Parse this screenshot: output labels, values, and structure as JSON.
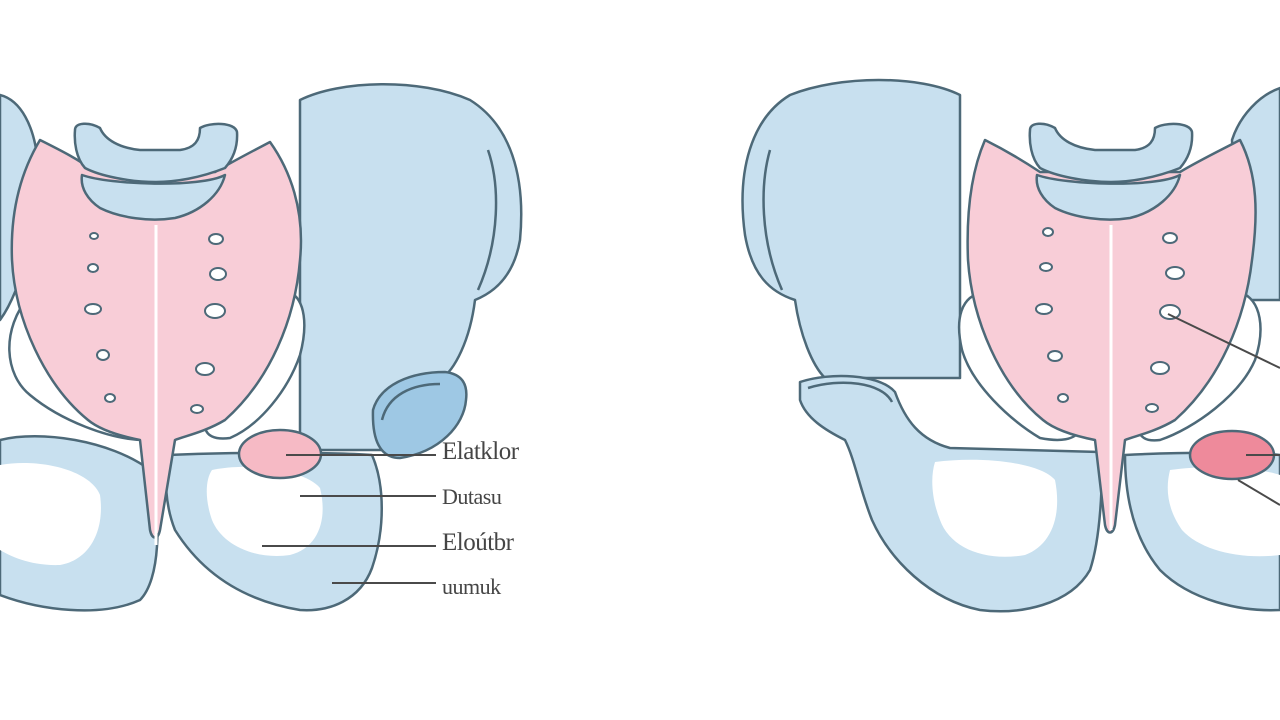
{
  "colors": {
    "bone_fill": "#c8e0ef",
    "bone_stroke": "#4d6978",
    "sacrum_fill": "#f8cdd7",
    "cartilage_fill": "#9ec8e4",
    "lesion_left_fill": "#f6bac5",
    "lesion_right_fill": "#ee8a9b",
    "leader_line": "#4a4a4a",
    "label_text": "#454545",
    "background": "#ffffff"
  },
  "left_diagram": {
    "labels": [
      "Elatklor",
      "Dutasu",
      "Eloútbr",
      "uumuk"
    ]
  },
  "right_diagram": {
    "labels": []
  }
}
